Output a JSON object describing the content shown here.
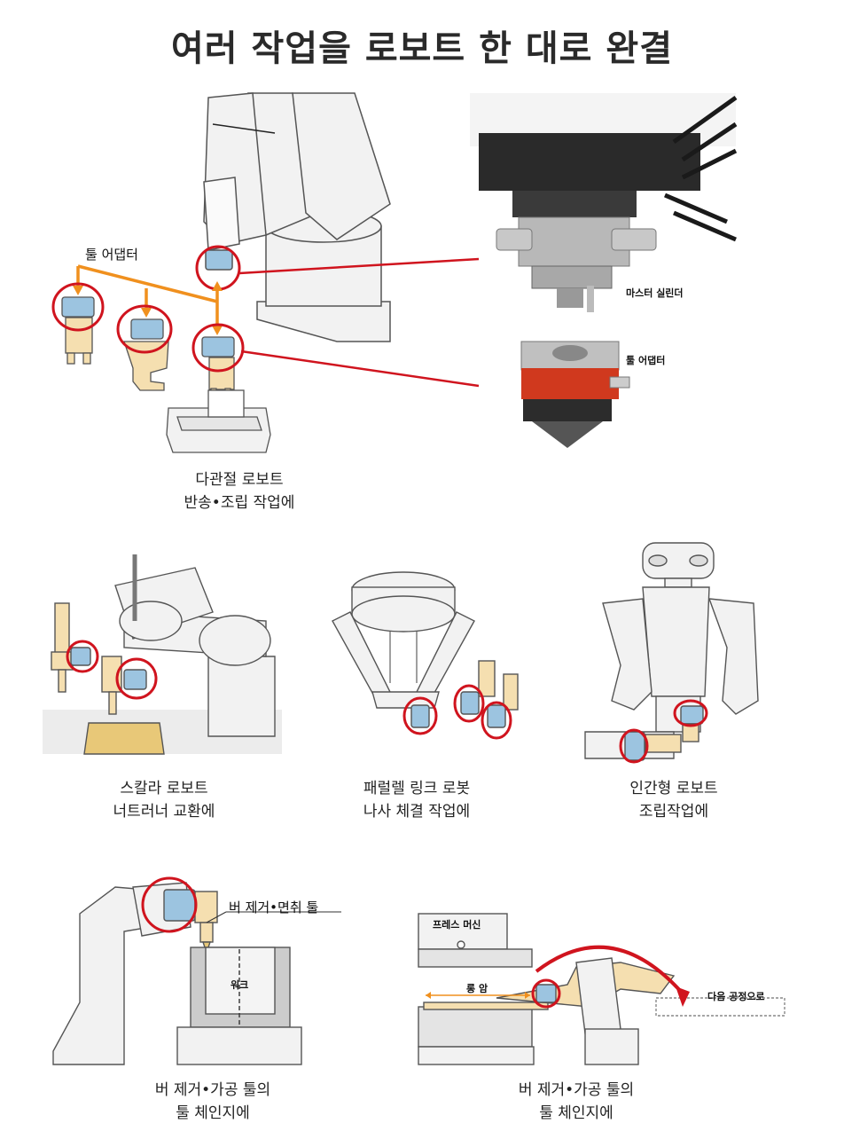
{
  "title": "여러 작업을 로보트 한 대로 완결",
  "top": {
    "tool_adapter_label": "툴 어댑터",
    "photo_master_label": "마스터 실린더",
    "photo_adapter_label": "툴 어댑터",
    "caption_line1": "다관절 로보트",
    "caption_line2": "반송•조립 작업에"
  },
  "scara": {
    "caption_line1": "스칼라 로보트",
    "caption_line2": "너트러너 교환에"
  },
  "parallel": {
    "caption_line1": "패럴렐 링크 로봇",
    "caption_line2": "나사 체결 작업에"
  },
  "humanoid": {
    "caption_line1": "인간형 로보트",
    "caption_line2": "조립작업에"
  },
  "deburr": {
    "tool_label": "버 제거•면취 툴",
    "work_label": "워크",
    "caption_line1": "버 제거•가공 툴의",
    "caption_line2": "툴 체인지에"
  },
  "press": {
    "machine_label": "프레스 머신",
    "arm_label": "롱 암",
    "next_label": "다음 공정으로",
    "caption_line1": "버 제거•가공 툴의",
    "caption_line2": "툴 체인지에"
  },
  "colors": {
    "highlight": "#d0141e",
    "orange": "#f0901e",
    "body": "#f2f2f2",
    "outline": "#555555",
    "tool": "#f5dfb0",
    "adapter": "#9cc4e0"
  }
}
